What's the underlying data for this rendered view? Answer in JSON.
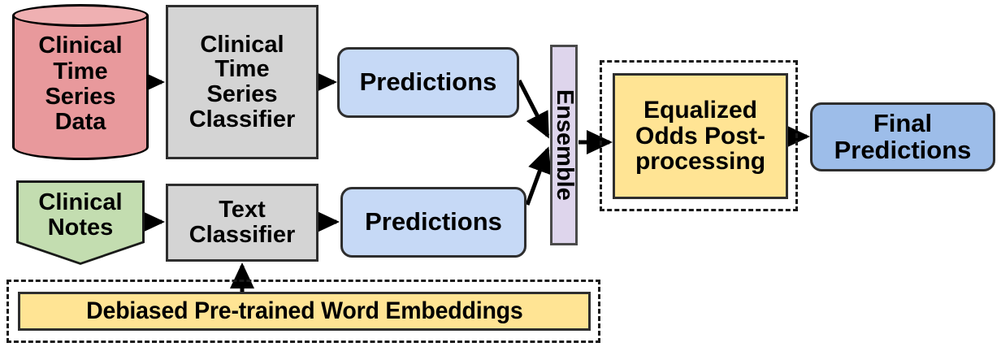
{
  "diagram": {
    "title": "Clinical prediction pipeline with debiasing and equalized odds post-processing",
    "colors": {
      "cylinder_fill": "#e8999c",
      "cylinder_top_fill": "#efb0b2",
      "classifier_fill": "#d4d4d4",
      "predictions_fill": "#c6d9f6",
      "final_predictions_fill": "#9dbde9",
      "ensemble_fill": "#ded5ec",
      "notes_fill": "#c3ddb0",
      "yellow_fill": "#ffe494",
      "stroke": "#000000",
      "dashed_stroke": "#1a1a1a"
    },
    "nodes": {
      "clinical_time_series_data": {
        "label": "Clinical\nTime\nSeries\nData",
        "shape": "cylinder"
      },
      "clinical_time_series_classifier": {
        "label": "Clinical\nTime\nSeries\nClassifier",
        "shape": "rectangle"
      },
      "predictions_top": {
        "label": "Predictions",
        "shape": "rounded-rectangle"
      },
      "clinical_notes": {
        "label": "Clinical\nNotes",
        "shape": "document-pentagon"
      },
      "text_classifier": {
        "label": "Text\nClassifier",
        "shape": "rectangle"
      },
      "predictions_bottom": {
        "label": "Predictions",
        "shape": "rounded-rectangle"
      },
      "ensemble": {
        "label": "Ensemble",
        "shape": "vertical-bar",
        "orientation": "rotated-90"
      },
      "equalized_odds": {
        "label": "Equalized\nOdds Post-\nprocessing",
        "shape": "rectangle-in-dashed-group"
      },
      "final_predictions": {
        "label": "Final\nPredictions",
        "shape": "rounded-rectangle"
      },
      "debiased_embeddings": {
        "label": "Debiased Pre-trained Word Embeddings",
        "shape": "rectangle-in-dashed-group"
      }
    },
    "edges": [
      {
        "from": "clinical_time_series_data",
        "to": "clinical_time_series_classifier"
      },
      {
        "from": "clinical_time_series_classifier",
        "to": "predictions_top"
      },
      {
        "from": "predictions_top",
        "to": "ensemble"
      },
      {
        "from": "clinical_notes",
        "to": "text_classifier"
      },
      {
        "from": "text_classifier",
        "to": "predictions_bottom"
      },
      {
        "from": "predictions_bottom",
        "to": "ensemble"
      },
      {
        "from": "ensemble",
        "to": "equalized_odds"
      },
      {
        "from": "equalized_odds",
        "to": "final_predictions"
      },
      {
        "from": "debiased_embeddings",
        "to": "text_classifier"
      }
    ]
  }
}
